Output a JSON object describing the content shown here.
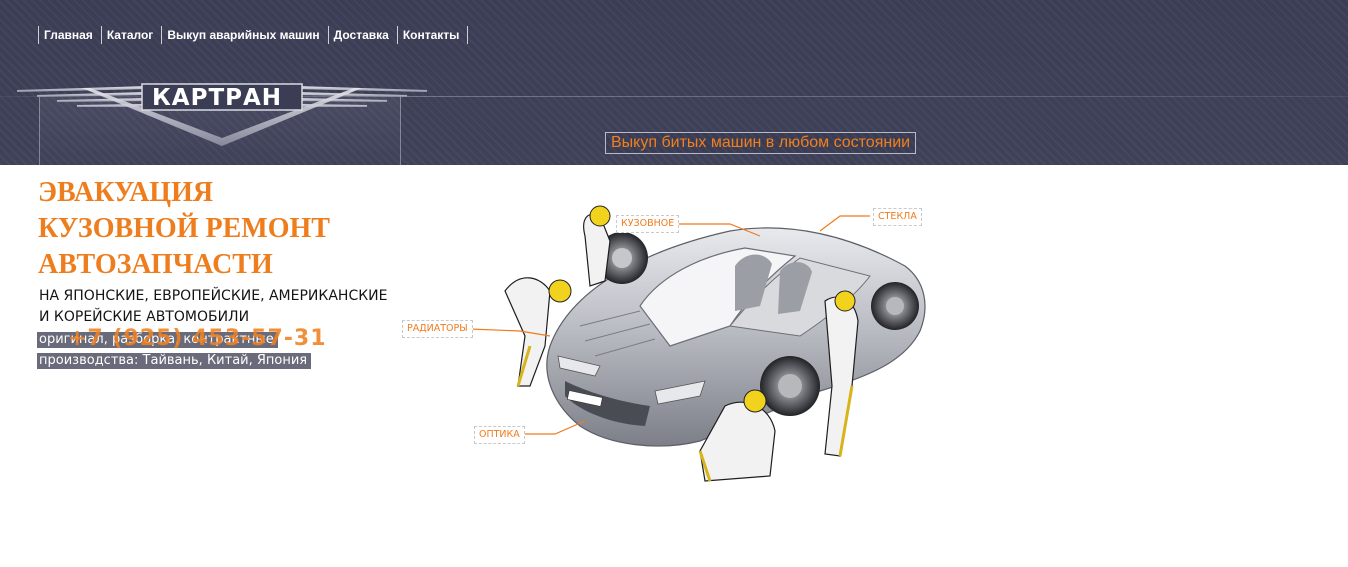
{
  "nav": {
    "items": [
      {
        "label": "Главная"
      },
      {
        "label": "Каталог"
      },
      {
        "label": "Выкуп аварийных машин"
      },
      {
        "label": "Доставка"
      },
      {
        "label": "Контакты"
      }
    ]
  },
  "logo": {
    "text": "КАРТРАН"
  },
  "tagline": "Выкуп битых машин в любом состоянии",
  "services": [
    "ЭВАКУАЦИЯ",
    "КУЗОВНОЙ РЕМОНТ",
    "АВТОЗАПЧАСТИ"
  ],
  "subtitle": {
    "line1": "НА ЯПОНСКИЕ, ЕВРОПЕЙСКИЕ, АМЕРИКАНСКИЕ",
    "line2": "И КОРЕЙСКИЕ АВТОМОБИЛИ"
  },
  "parts": {
    "line1": "оригинал, разборка, контрактные",
    "line2": "производства: Тайвань, Китай, Япония"
  },
  "phone": "+7 (925) 453-57-31",
  "callouts": {
    "body": "КУЗОВНОЕ",
    "glass": "СТЕКЛА",
    "radiators": "РАДИАТОРЫ",
    "optics": "ОПТИКА"
  },
  "colors": {
    "header_bg": "#3d3f57",
    "accent_orange": "#ee7d1e",
    "strip_bg": "#6a6b7a"
  }
}
